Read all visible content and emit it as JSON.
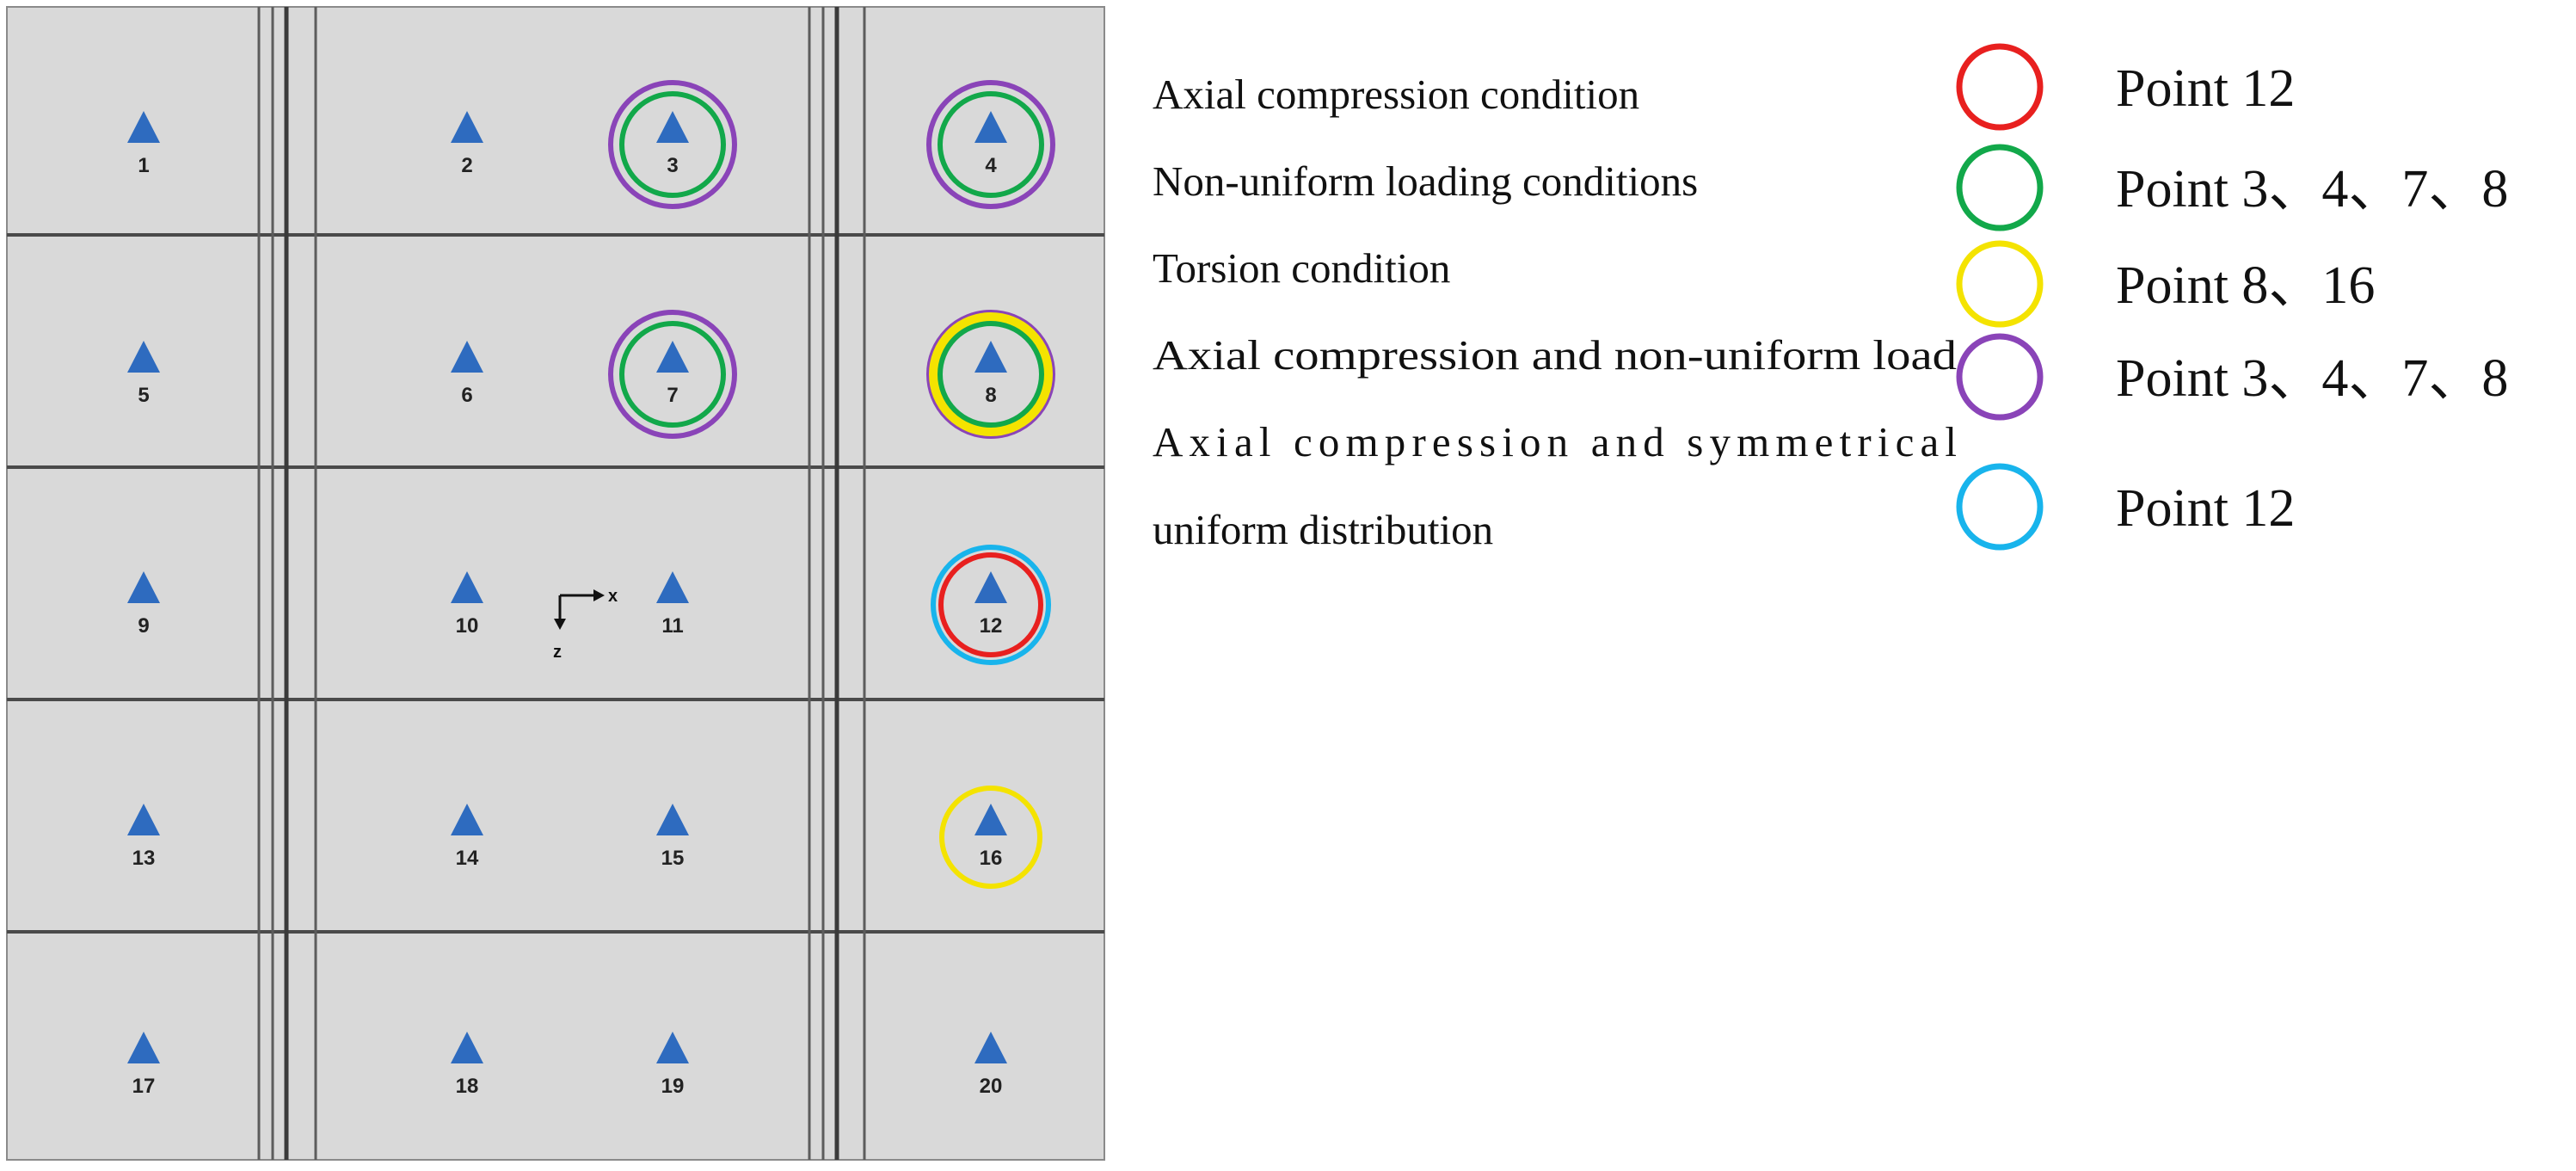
{
  "points": [
    {
      "id": 1,
      "label": "1"
    },
    {
      "id": 2,
      "label": "2"
    },
    {
      "id": 3,
      "label": "3"
    },
    {
      "id": 4,
      "label": "4"
    },
    {
      "id": 5,
      "label": "5"
    },
    {
      "id": 6,
      "label": "6"
    },
    {
      "id": 7,
      "label": "7"
    },
    {
      "id": 8,
      "label": "8"
    },
    {
      "id": 9,
      "label": "9"
    },
    {
      "id": 10,
      "label": "10"
    },
    {
      "id": 11,
      "label": "11"
    },
    {
      "id": 12,
      "label": "12"
    },
    {
      "id": 13,
      "label": "13"
    },
    {
      "id": 14,
      "label": "14"
    },
    {
      "id": 15,
      "label": "15"
    },
    {
      "id": 16,
      "label": "16"
    },
    {
      "id": 17,
      "label": "17"
    },
    {
      "id": 18,
      "label": "18"
    },
    {
      "id": 19,
      "label": "19"
    },
    {
      "id": 20,
      "label": "20"
    }
  ],
  "axes": {
    "x_label": "x",
    "z_label": "z"
  },
  "highlights": [
    {
      "point": 3,
      "rings": [
        "purple",
        "green"
      ]
    },
    {
      "point": 4,
      "rings": [
        "purple",
        "green"
      ]
    },
    {
      "point": 7,
      "rings": [
        "purple",
        "green"
      ]
    },
    {
      "point": 8,
      "rings": [
        "purple",
        "yellow",
        "green"
      ]
    },
    {
      "point": 12,
      "rings": [
        "blue",
        "red"
      ]
    },
    {
      "point": 16,
      "rings": [
        "yellow"
      ]
    }
  ],
  "legend": {
    "conditions": [
      {
        "text": "Axial compression condition"
      },
      {
        "text": "Non-uniform loading conditions"
      },
      {
        "text": "Torsion condition"
      },
      {
        "text": "Axial compression and non-uniform load"
      },
      {
        "text": "Axial compression and symmetrical"
      },
      {
        "text": "uniform distribution"
      }
    ],
    "entries": [
      {
        "color_key": "red",
        "points_text": "Point 12"
      },
      {
        "color_key": "green",
        "points_text": "Point 3、4、7、8"
      },
      {
        "color_key": "yellow",
        "points_text": "Point 8、16"
      },
      {
        "color_key": "purple",
        "points_text": "Point 3、4、7、8"
      },
      {
        "color_key": "blue",
        "points_text": "Point 12"
      }
    ]
  },
  "colors": {
    "panel_fill": "#d9d9d9",
    "grid_line": "#4a4a4a",
    "marker": "#2e6bbf",
    "red": "#e8201f",
    "green": "#12a84a",
    "yellow": "#f4e300",
    "purple": "#8a44b8",
    "blue": "#18b4ec"
  }
}
